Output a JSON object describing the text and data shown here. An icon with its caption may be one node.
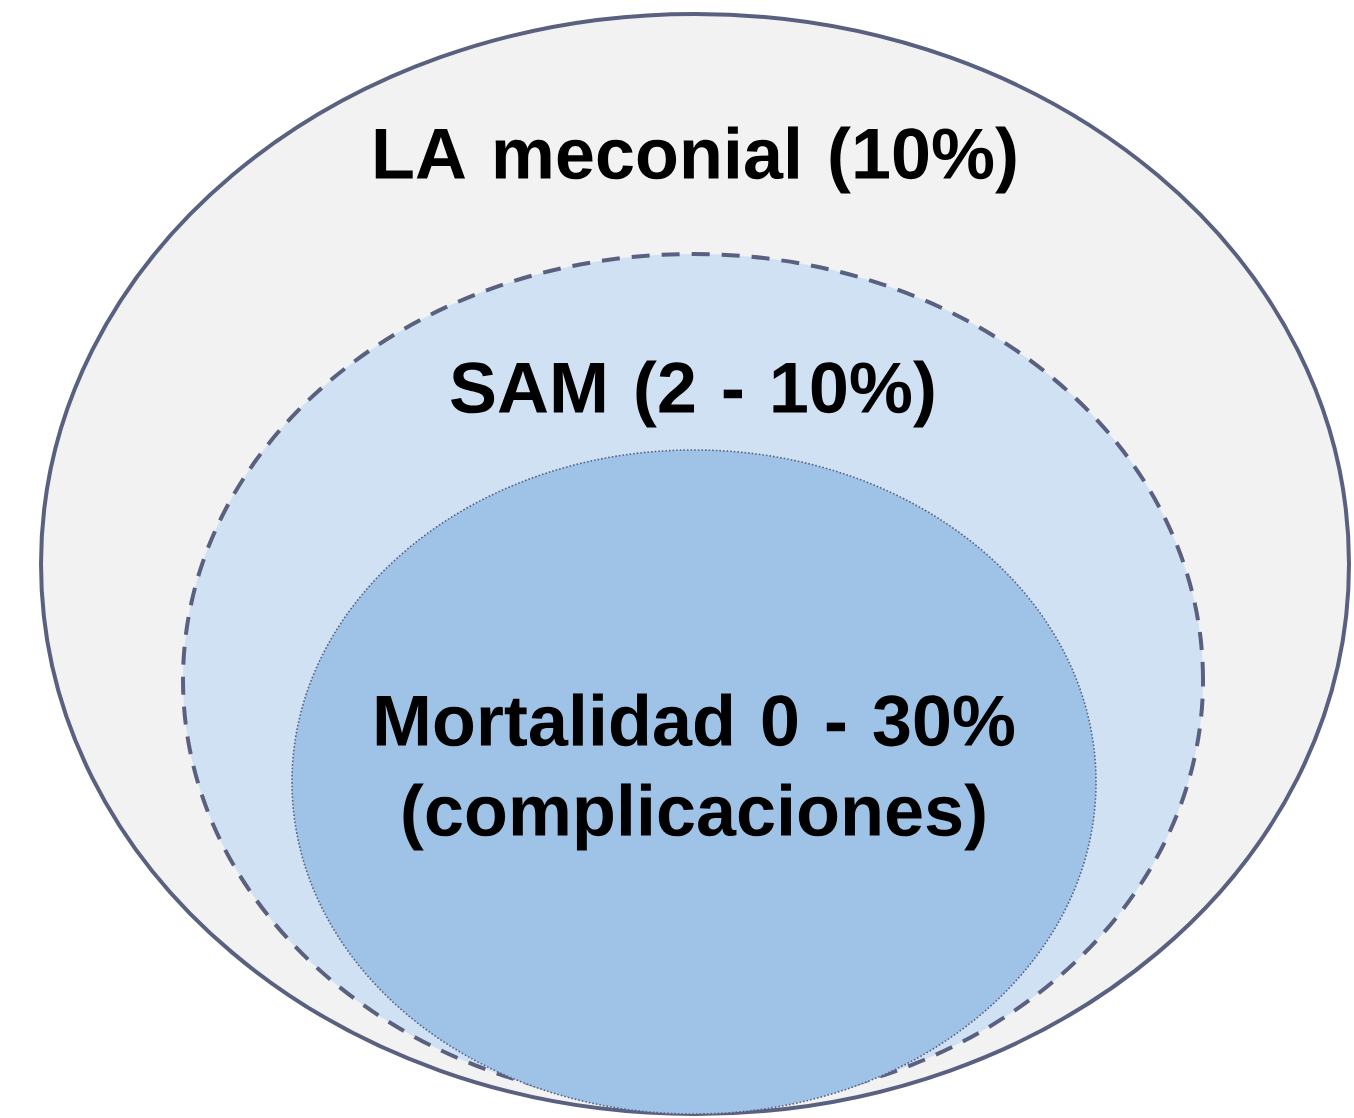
{
  "diagram": {
    "nodes": [
      {
        "text": [
          "LA meconial (10%)"
        ]
      },
      {
        "text": [
          "SAM (2 - 10%)"
        ],
        "in": 0
      },
      {
        "text": [
          "Mortalidad 0 - 30% (complicaciones)"
        ],
        "in": 1
      }
    ]
  }
}
